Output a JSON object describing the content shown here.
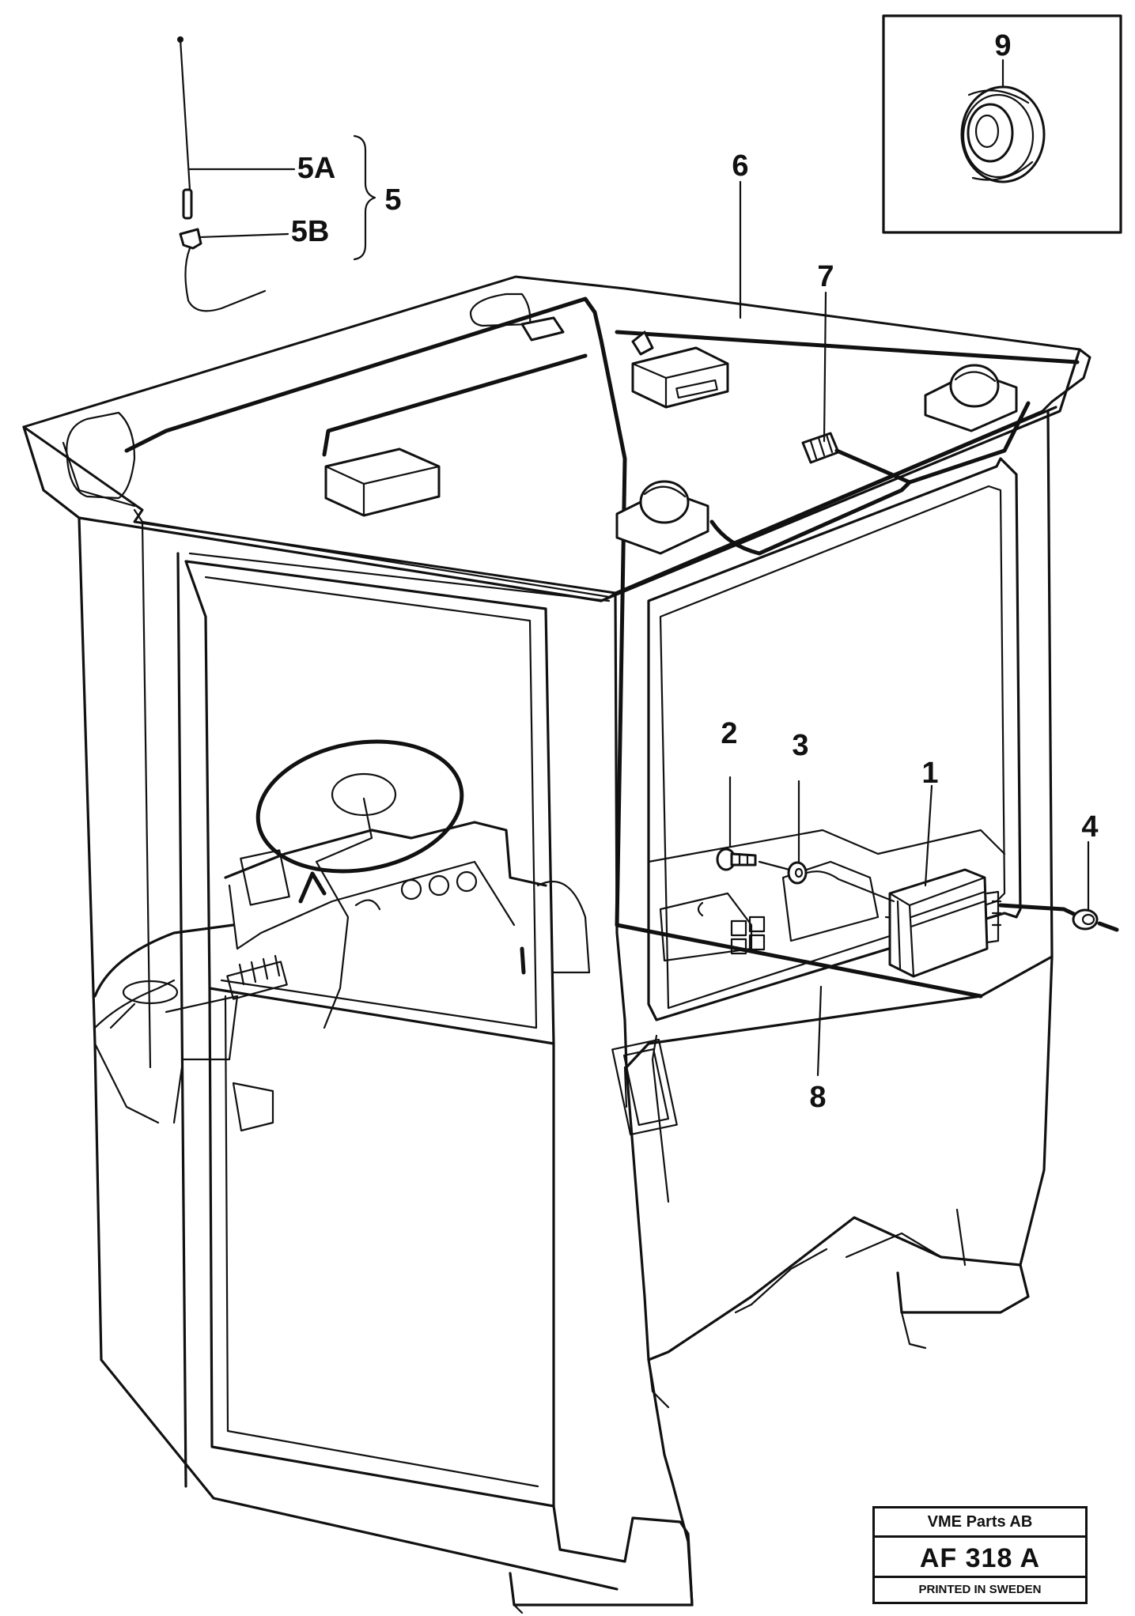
{
  "callouts": {
    "c1": "1",
    "c2": "2",
    "c3": "3",
    "c4": "4",
    "c5": "5",
    "c5a": "5A",
    "c5b": "5B",
    "c6": "6",
    "c7": "7",
    "c8": "8",
    "c9": "9"
  },
  "stamp": {
    "company": "VME Parts AB",
    "drawing_number": "AF 318 A",
    "footer": "PRINTED IN SWEDEN"
  }
}
